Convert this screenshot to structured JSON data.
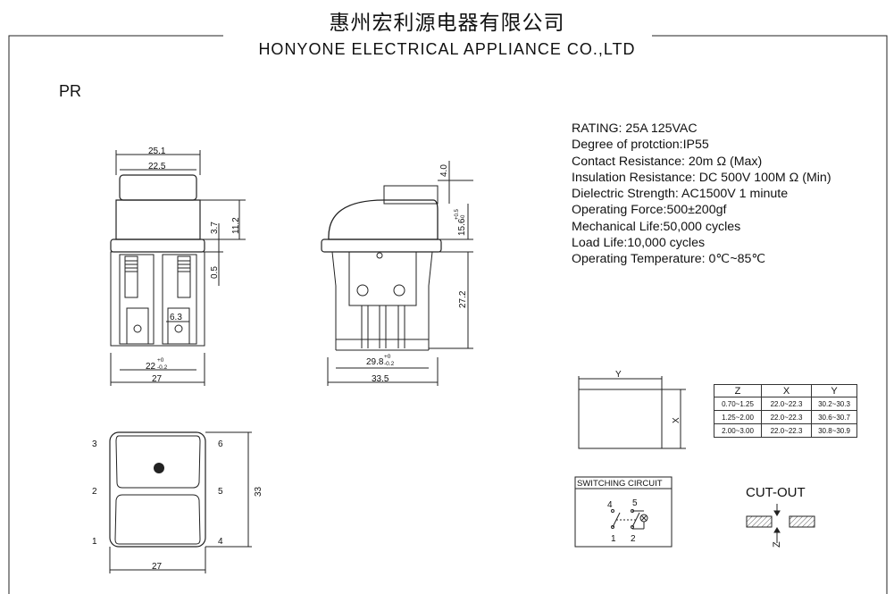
{
  "header": {
    "company_cn": "惠州宏利源电器有限公司",
    "company_en": "HONYONE  ELECTRICAL  APPLIANCE  CO.,LTD"
  },
  "model": "PR",
  "specs": [
    "RATING: 25A 125VAC",
    "Degree of protction:IP55",
    "Contact Resistance: 20m Ω (Max)",
    "Insulation Resistance: DC 500V 100M Ω  (Min)",
    "Dielectric Strength: AC1500V 1 minute",
    "Operating Force:500±200gf",
    "Mechanical Life:50,000 cycles",
    "Load Life:10,000 cycles",
    "Operating Temperature: 0℃~85℃"
  ],
  "front_view": {
    "dim_top": "25.1",
    "dim_inner": "22.5",
    "dim_37": "3.7",
    "dim_112": "11.2",
    "dim_05": "0.5",
    "dim_63": "6.3",
    "dim_22": "22",
    "dim_22_tol_up": "+0",
    "dim_22_tol_down": "-0.2",
    "dim_bottom": "27"
  },
  "side_view": {
    "dim_40": "4.0",
    "dim_156": "15.6",
    "dim_156_tol_up": "+0.5",
    "dim_156_tol_down": "-0",
    "dim_272": "27.2",
    "dim_298": "29.8",
    "dim_298_tol_up": "+0",
    "dim_298_tol_down": "-0.2",
    "dim_bottom": "33.5"
  },
  "bottom_view": {
    "pins_left": [
      "3",
      "2",
      "1"
    ],
    "pins_right": [
      "6",
      "5",
      "4"
    ],
    "dim_height": "33",
    "dim_width": "27"
  },
  "panel_cutout": {
    "label_y": "Y",
    "label_x": "X"
  },
  "table": {
    "headers": [
      "Z",
      "X",
      "Y"
    ],
    "rows": [
      [
        "0.70~1.25",
        "22.0~22.3",
        "30.2~30.3"
      ],
      [
        "1.25~2.00",
        "22.0~22.3",
        "30.6~30.7"
      ],
      [
        "2.00~3.00",
        "22.0~22.3",
        "30.8~30.9"
      ]
    ]
  },
  "switching_circuit": {
    "title": "SWITCHING CIRCUIT",
    "pins": [
      "4",
      "5",
      "1",
      "2"
    ]
  },
  "cutout": {
    "title": "CUT-OUT",
    "label_z": "Z"
  }
}
